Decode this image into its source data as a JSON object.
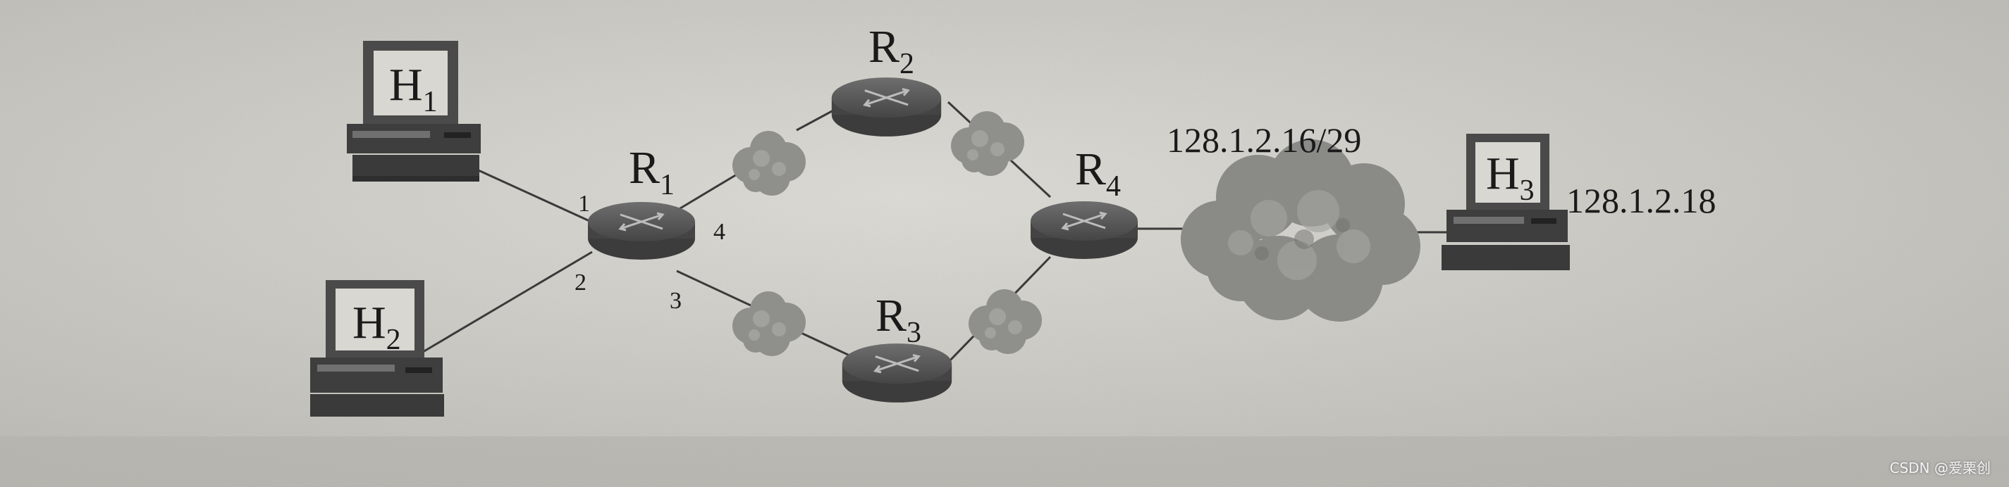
{
  "hosts": [
    {
      "id": "h1",
      "label": "H",
      "sub": "1"
    },
    {
      "id": "h2",
      "label": "H",
      "sub": "2"
    },
    {
      "id": "h3",
      "label": "H",
      "sub": "3"
    }
  ],
  "routers": [
    {
      "id": "r1",
      "label": "R",
      "sub": "1"
    },
    {
      "id": "r2",
      "label": "R",
      "sub": "2"
    },
    {
      "id": "r3",
      "label": "R",
      "sub": "3"
    },
    {
      "id": "r4",
      "label": "R",
      "sub": "4"
    }
  ],
  "r1_ports": [
    "1",
    "2",
    "3",
    "4"
  ],
  "network_label": "128.1.2.16/29",
  "h3_address": "128.1.2.18",
  "watermark": "CSDN @爱栗创",
  "colors": {
    "background": "#cfcec8",
    "line": "#3a3a3a",
    "device_dark": "#3f3f3f",
    "cloud_light": "#9b9b98",
    "cloud_dark": "#7c7c7a"
  }
}
